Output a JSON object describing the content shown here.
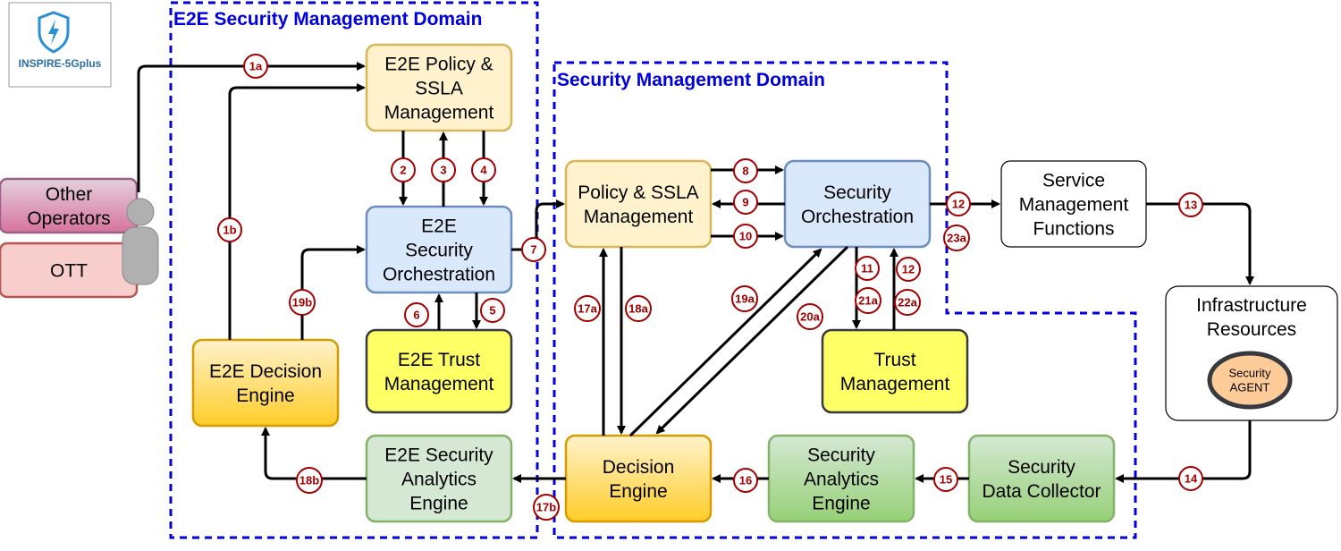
{
  "logo": {
    "text": "INSPIRE-5Gplus"
  },
  "domains": {
    "e2e": "E2E Security Management Domain",
    "local": "Security Management Domain"
  },
  "boxes": {
    "other_operators": [
      "Other",
      "Operators"
    ],
    "ott": [
      "OTT"
    ],
    "e2e_policy": [
      "E2E Policy &",
      "SSLA",
      "Management"
    ],
    "e2e_orch": [
      "E2E",
      "Security",
      "Orchestration"
    ],
    "e2e_trust": [
      "E2E Trust",
      "Management"
    ],
    "e2e_decision": [
      "E2E Decision",
      "Engine"
    ],
    "e2e_analytics": [
      "E2E Security",
      "Analytics",
      "Engine"
    ],
    "policy": [
      "Policy & SSLA",
      "Management"
    ],
    "sec_orch": [
      "Security",
      "Orchestration"
    ],
    "trust": [
      "Trust",
      "Management"
    ],
    "decision": [
      "Decision",
      "Engine"
    ],
    "analytics": [
      "Security",
      "Analytics",
      "Engine"
    ],
    "collector": [
      "Security",
      "Data Collector"
    ],
    "service": [
      "Service",
      "Management",
      "Functions"
    ],
    "infra": [
      "Infrastructure",
      "Resources"
    ],
    "agent": [
      "Security",
      "AGENT"
    ]
  },
  "steps": {
    "s1a": "1a",
    "s1b": "1b",
    "s2": "2",
    "s3": "3",
    "s4": "4",
    "s5": "5",
    "s6": "6",
    "s7": "7",
    "s8": "8",
    "s9": "9",
    "s10": "10",
    "s11": "11",
    "s12a": "12",
    "s12b": "12",
    "s13": "13",
    "s14": "14",
    "s15": "15",
    "s16": "16",
    "s17a": "17a",
    "s17b": "17b",
    "s18a": "18a",
    "s18b": "18b",
    "s19a": "19a",
    "s19b": "19b",
    "s20a": "20a",
    "s21a": "21a",
    "s22a": "22a",
    "s23a": "23a"
  },
  "colors": {
    "domain_border": "#0000dd",
    "step_circle": "#a50000",
    "policy_fill": "#fff2cc",
    "policy_stroke": "#d6b656",
    "orch_fill": "#dae8fc",
    "orch_stroke": "#6c8ebf",
    "trust_fill": "#ffff66",
    "decision_stroke": "#d79b00",
    "analytics_stroke": "#82b366"
  }
}
